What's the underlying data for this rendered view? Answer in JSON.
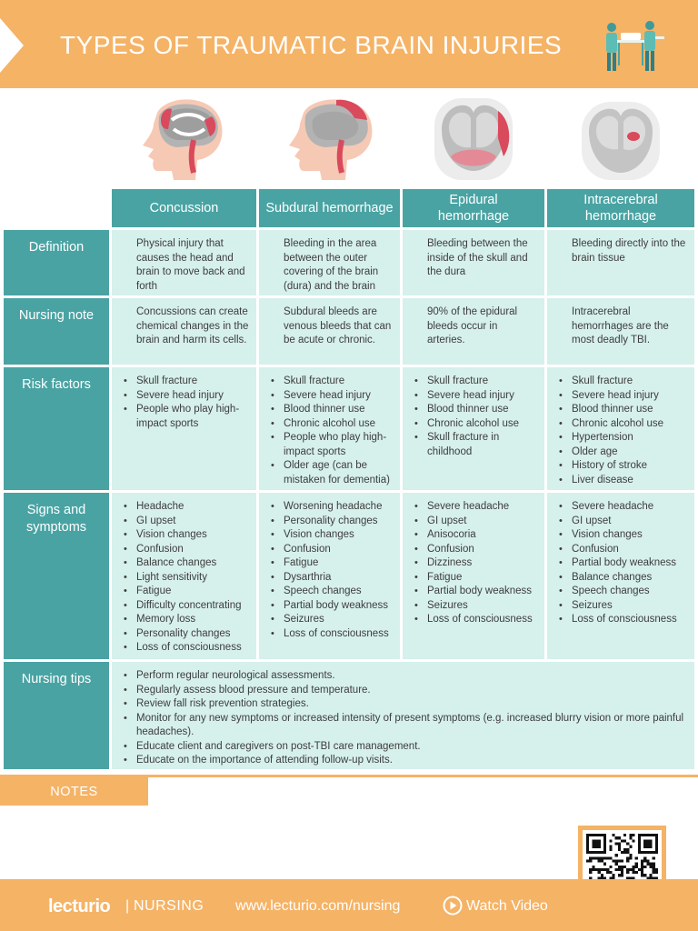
{
  "header": {
    "title": "TYPES OF TRAUMATIC BRAIN INJURIES",
    "icon": "medical-team-icon"
  },
  "columns": [
    "Concussion",
    "Subdural hemorrhage",
    "Epidural hemorrhage",
    "Intracerebral hemorrhage"
  ],
  "rows": [
    {
      "label": "Definition",
      "cells": [
        "Physical injury that causes the head and brain to move back and forth",
        "Bleeding in the area between the outer covering of the brain (dura) and the brain",
        "Bleeding between the inside of the skull and the dura",
        "Bleeding directly into the brain tissue"
      ]
    },
    {
      "label": "Nursing note",
      "cells": [
        "Concussions can create chemical changes in the brain and harm its cells.",
        "Subdural bleeds are venous bleeds that can be acute or chronic.",
        "90% of the epidural bleeds occur in arteries.",
        "Intracerebral hemorrhages are the most deadly TBI."
      ]
    },
    {
      "label": "Risk factors",
      "lists": [
        [
          "Skull fracture",
          "Severe head injury",
          "People who play high-impact sports"
        ],
        [
          "Skull fracture",
          "Severe head injury",
          "Blood thinner use",
          "Chronic alcohol use",
          "People who play high-impact sports",
          "Older age (can be mistaken for dementia)"
        ],
        [
          "Skull fracture",
          "Severe head injury",
          "Blood thinner use",
          "Chronic alcohol use",
          "Skull fracture in childhood"
        ],
        [
          "Skull fracture",
          "Severe head injury",
          "Blood thinner use",
          "Chronic alcohol use",
          "Hypertension",
          "Older age",
          "History of stroke",
          "Liver disease"
        ]
      ]
    },
    {
      "label": "Signs and symptoms",
      "lists": [
        [
          "Headache",
          "GI upset",
          "Vision changes",
          "Confusion",
          "Balance changes",
          "Light sensitivity",
          "Fatigue",
          "Difficulty concentrating",
          "Memory loss",
          "Personality changes",
          "Loss of consciousness"
        ],
        [
          "Worsening headache",
          "Personality changes",
          "Vision changes",
          "Confusion",
          "Fatigue",
          "Dysarthria",
          "Speech changes",
          "Partial body weakness",
          "Seizures",
          "Loss of consciousness"
        ],
        [
          "Severe headache",
          "GI upset",
          "Anisocoria",
          "Confusion",
          "Dizziness",
          "Fatigue",
          "Partial body weakness",
          "Seizures",
          "Loss of consciousness"
        ],
        [
          "Severe headache",
          "GI upset",
          "Vision changes",
          "Confusion",
          "Partial body weakness",
          "Balance changes",
          "Speech changes",
          "Seizures",
          "Loss of consciousness"
        ]
      ]
    },
    {
      "label": "Nursing tips",
      "tips": [
        "Perform regular neurological assessments.",
        "Regularly assess blood pressure and temperature.",
        "Review fall risk prevention strategies.",
        "Monitor for any new symptoms or increased intensity of present symptoms (e.g. increased blurry vision or more painful headaches).",
        "Educate client and caregivers on post-TBI care management.",
        "Educate on the importance of attending follow-up visits."
      ]
    }
  ],
  "notes": {
    "label": "NOTES"
  },
  "footer": {
    "brand": "lecturio",
    "separator": "|",
    "section": "NURSING",
    "url": "www.lecturio.com/nursing",
    "watch_label": "Watch Video"
  },
  "colors": {
    "orange": "#f5b366",
    "teal": "#4aa3a3",
    "mint": "#d6f0ec"
  }
}
